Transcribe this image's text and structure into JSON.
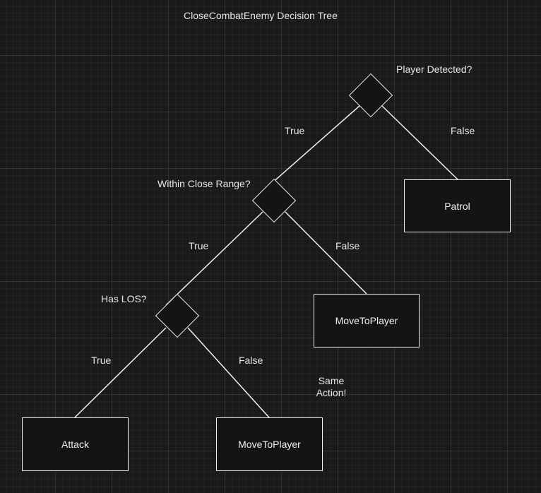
{
  "title": "CloseCombatEnemy Decision Tree",
  "decisions": {
    "player_detected": "Player Detected?",
    "within_close_range": "Within Close Range?",
    "has_los": "Has LOS?"
  },
  "edges": {
    "detected_true": "True",
    "detected_false": "False",
    "range_true": "True",
    "range_false": "False",
    "los_true": "True",
    "los_false": "False"
  },
  "actions": {
    "patrol": "Patrol",
    "move_to_player_range": "MoveToPlayer",
    "attack": "Attack",
    "move_to_player_los": "MoveToPlayer"
  },
  "note": {
    "line1": "Same",
    "line2": "Action!"
  },
  "colors": {
    "background": "#1a1a1a",
    "stroke": "#f0f0f0",
    "text": "#e6e6e6"
  }
}
